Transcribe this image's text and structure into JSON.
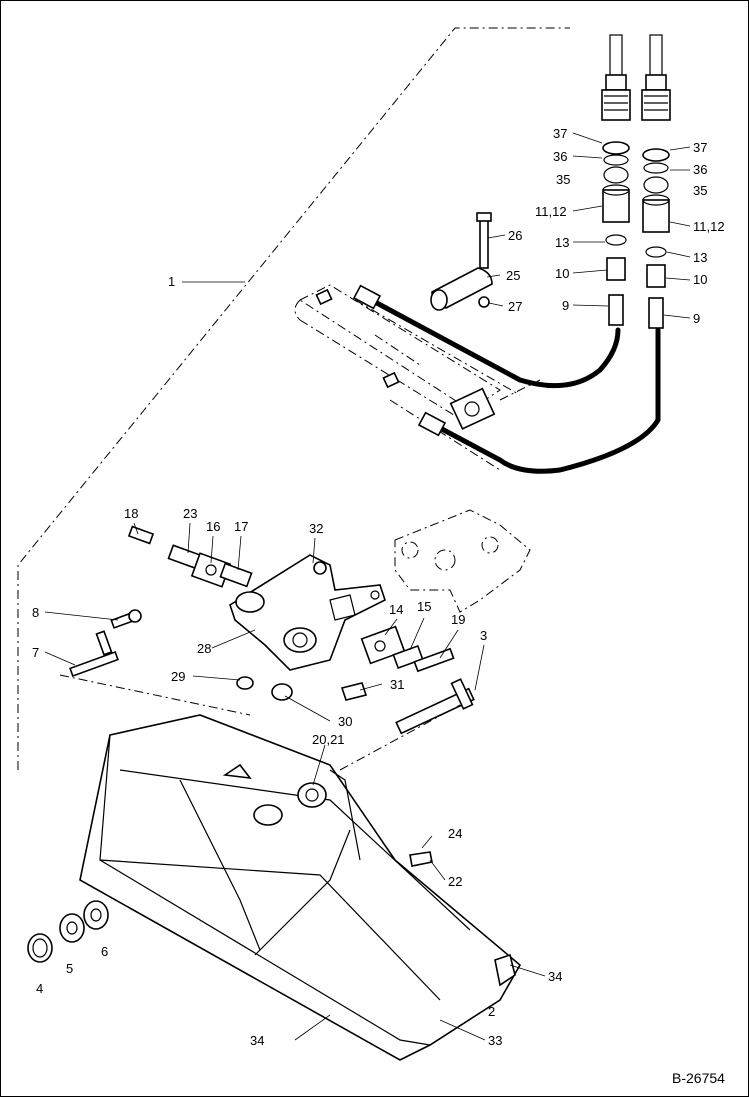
{
  "drawing_reference": "B-26754",
  "callouts": [
    {
      "id": "c1",
      "text": "1"
    },
    {
      "id": "c2",
      "text": "2"
    },
    {
      "id": "c3",
      "text": "3"
    },
    {
      "id": "c4",
      "text": "4"
    },
    {
      "id": "c5",
      "text": "5"
    },
    {
      "id": "c6",
      "text": "6"
    },
    {
      "id": "c7",
      "text": "7"
    },
    {
      "id": "c8",
      "text": "8"
    },
    {
      "id": "c9l",
      "text": "9"
    },
    {
      "id": "c9r",
      "text": "9"
    },
    {
      "id": "c10l",
      "text": "10"
    },
    {
      "id": "c10r",
      "text": "10"
    },
    {
      "id": "c1112l",
      "text": "11,12"
    },
    {
      "id": "c1112r",
      "text": "11,12"
    },
    {
      "id": "c13l",
      "text": "13"
    },
    {
      "id": "c13r",
      "text": "13"
    },
    {
      "id": "c14",
      "text": "14"
    },
    {
      "id": "c15",
      "text": "15"
    },
    {
      "id": "c16",
      "text": "16"
    },
    {
      "id": "c17",
      "text": "17"
    },
    {
      "id": "c18",
      "text": "18"
    },
    {
      "id": "c19",
      "text": "19"
    },
    {
      "id": "c2021",
      "text": "20,21"
    },
    {
      "id": "c22",
      "text": "22"
    },
    {
      "id": "c23",
      "text": "23"
    },
    {
      "id": "c24",
      "text": "24"
    },
    {
      "id": "c25",
      "text": "25"
    },
    {
      "id": "c26",
      "text": "26"
    },
    {
      "id": "c27",
      "text": "27"
    },
    {
      "id": "c28",
      "text": "28"
    },
    {
      "id": "c29",
      "text": "29"
    },
    {
      "id": "c30",
      "text": "30"
    },
    {
      "id": "c31",
      "text": "31"
    },
    {
      "id": "c32",
      "text": "32"
    },
    {
      "id": "c33",
      "text": "33"
    },
    {
      "id": "c34a",
      "text": "34"
    },
    {
      "id": "c34b",
      "text": "34"
    },
    {
      "id": "c35l",
      "text": "35"
    },
    {
      "id": "c35r",
      "text": "35"
    },
    {
      "id": "c36l",
      "text": "36"
    },
    {
      "id": "c36r",
      "text": "36"
    },
    {
      "id": "c37l",
      "text": "37"
    },
    {
      "id": "c37r",
      "text": "37"
    }
  ]
}
